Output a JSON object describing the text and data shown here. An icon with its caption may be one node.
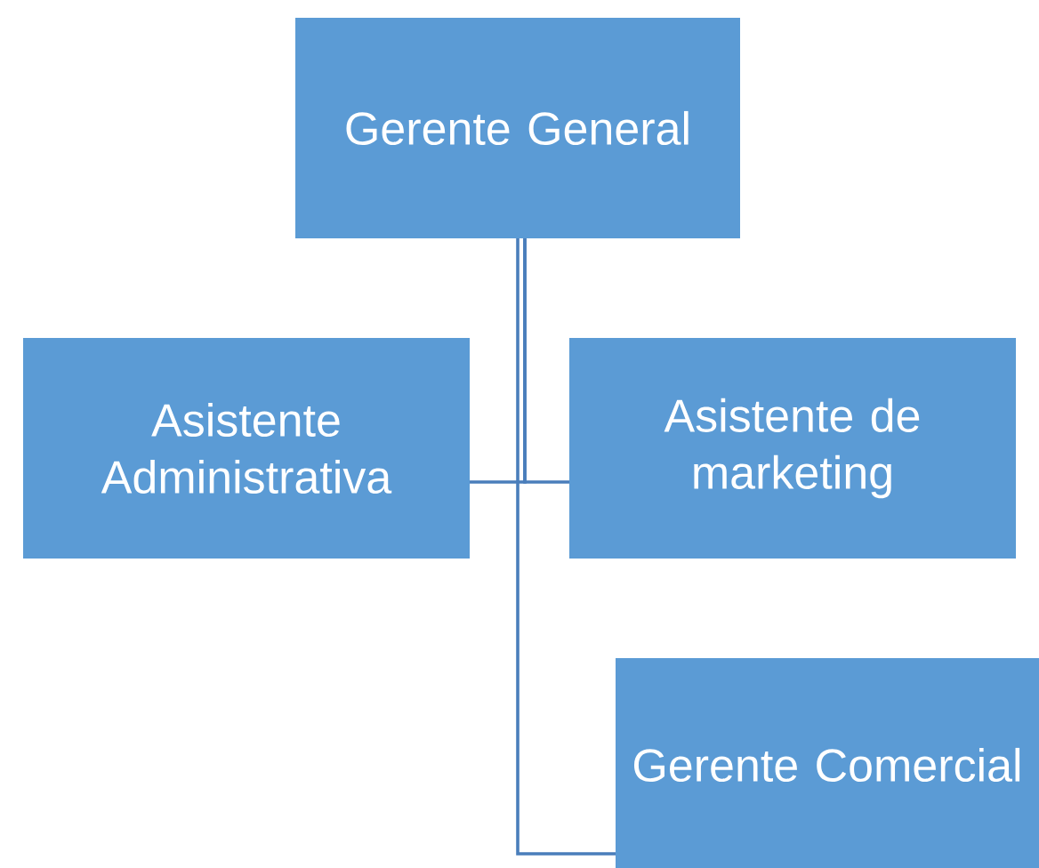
{
  "diagram": {
    "nodes": [
      {
        "text": [
          "Gerente General"
        ]
      },
      {
        "text": [
          "Asistente Administrativa"
        ]
      },
      {
        "text": [
          "Asistente de marketing"
        ]
      },
      {
        "text": [
          "Gerente Comercial"
        ]
      }
    ],
    "edges": [
      {
        "from": 0,
        "to": 1,
        "arrow": "none"
      },
      {
        "from": 0,
        "to": 2,
        "arrow": "none"
      },
      {
        "from": 0,
        "to": 3,
        "arrow": "none"
      }
    ]
  }
}
